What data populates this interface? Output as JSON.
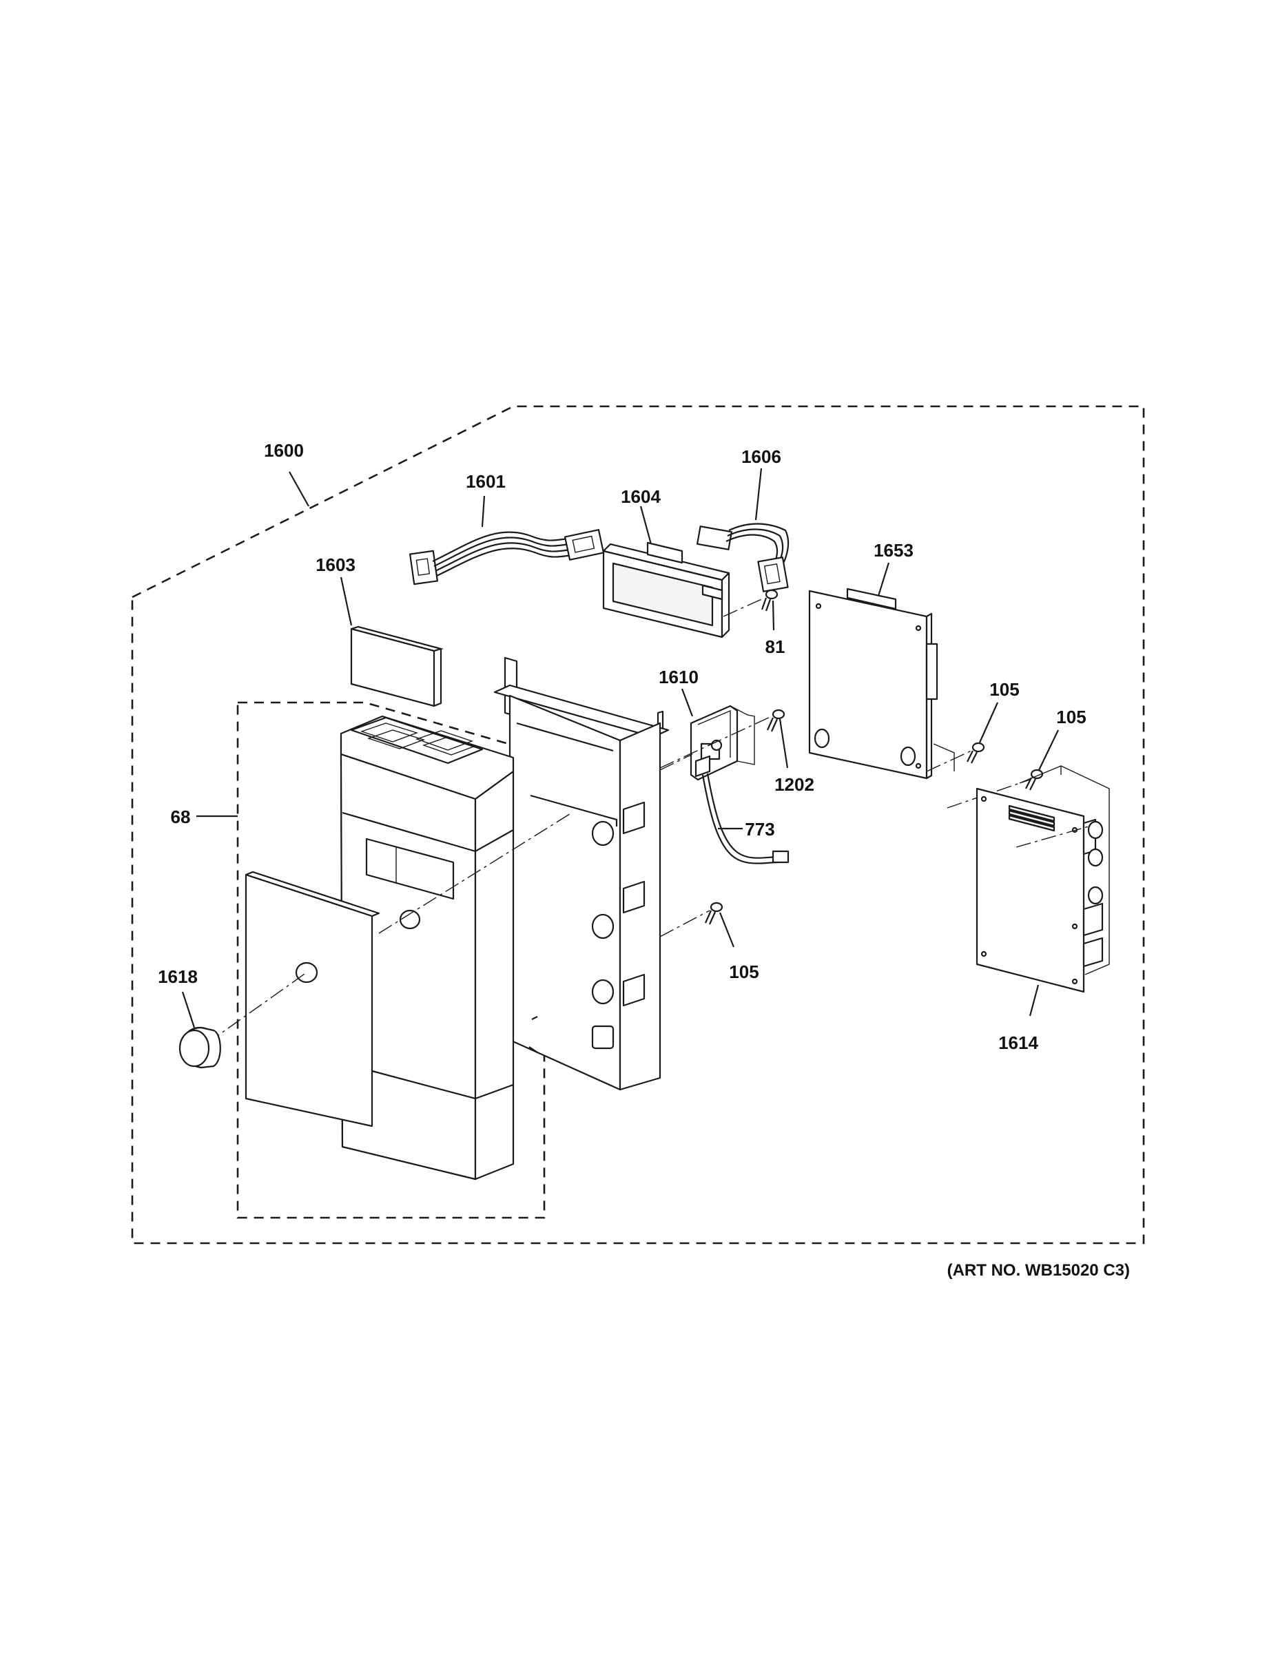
{
  "callouts": {
    "c1600": "1600",
    "c1601": "1601",
    "c1603": "1603",
    "c1604": "1604",
    "c1606": "1606",
    "c1653": "1653",
    "c81": "81",
    "c1610": "1610",
    "c1202": "1202",
    "c105a": "105",
    "c105b": "105",
    "c105c": "105",
    "c773": "773",
    "c68": "68",
    "c1618": "1618",
    "c1614": "1614"
  },
  "art_number": "(ART NO. WB15020 C3)"
}
